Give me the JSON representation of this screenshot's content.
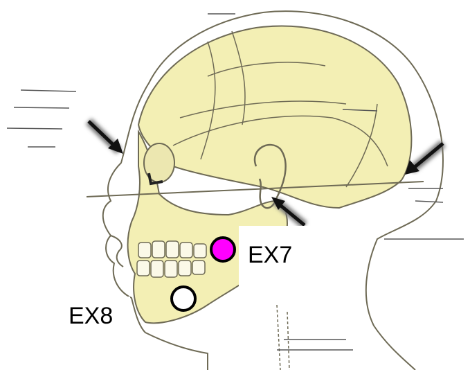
{
  "points": [
    {
      "id": "ex7",
      "label": "EX7",
      "fill": "#ff00ff"
    },
    {
      "id": "ex8",
      "label": "EX8",
      "fill": "#ffffff"
    }
  ],
  "colors": {
    "skull": "#f3efb4",
    "line": "#6e6a55",
    "marker_stroke": "#000000",
    "arrow": "#111111"
  }
}
